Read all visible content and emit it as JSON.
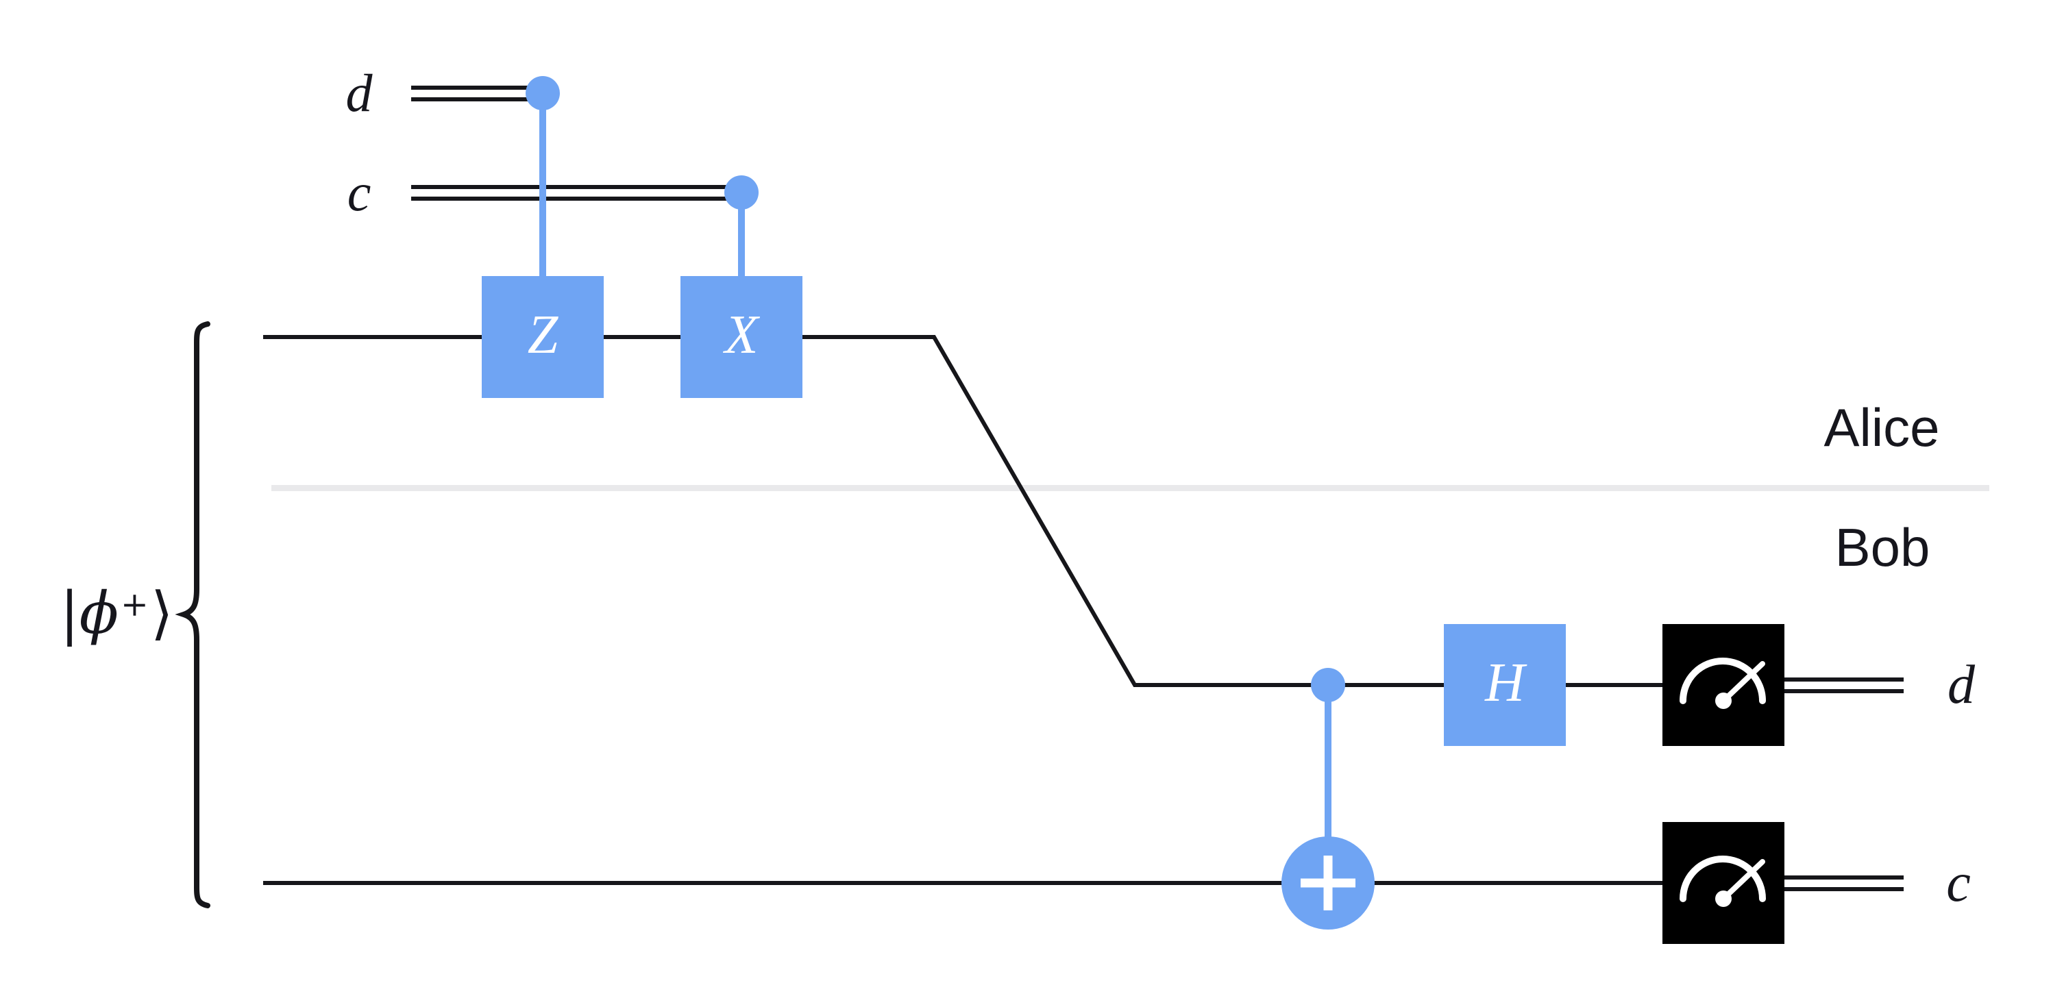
{
  "colors": {
    "accent-blue": "#6FA4F3",
    "wire": "#16161A",
    "measure-box": "#000000",
    "divider": "#E9E9EB",
    "text": "#16161D",
    "gate-letter": "#FFFFFF",
    "background": "#FFFFFF"
  },
  "state_label": {
    "bar": "|",
    "phi": "ϕ",
    "superscript": "+",
    "ket": "⟩"
  },
  "classical_in": {
    "d": "d",
    "c": "c"
  },
  "gates": {
    "z": "Z",
    "x": "X",
    "h": "H"
  },
  "icons": {
    "control": "filled-control-dot-icon",
    "cnot_target": "circled-plus-icon",
    "measurement": "gauge-meter-icon"
  },
  "regions": {
    "alice": "Alice",
    "bob": "Bob"
  },
  "outputs": {
    "d": "d",
    "c": "c"
  }
}
